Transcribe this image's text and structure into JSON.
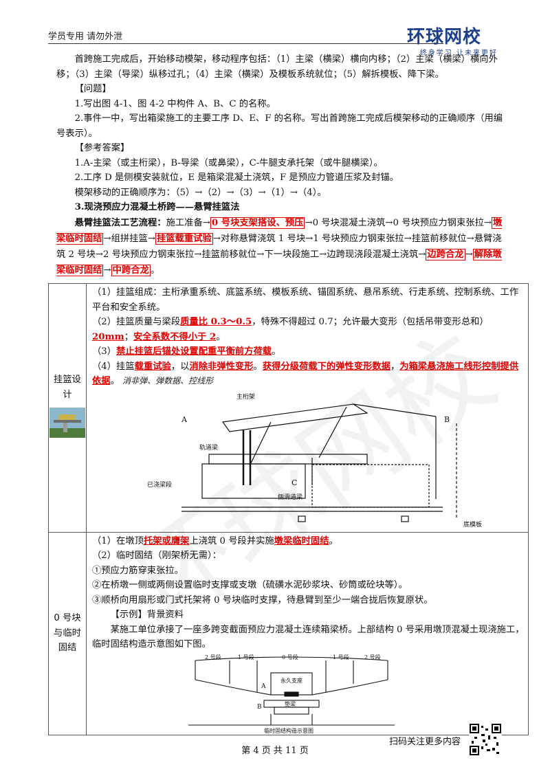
{
  "header": {
    "left": "学员专用  请勿外泄",
    "logo_main": "环球网校",
    "logo_slogan": "终身学习 让未来更好"
  },
  "body": {
    "p1": "首跨施工完成后，开始移动模架，移动程序包括：（1）主梁（横梁）横向内移；（2）主梁（横梁）横向外移；（3）主梁（导梁）纵移过孔；（4）主梁（横梁）及模板系统就位；（5）解拆模板、降下梁。",
    "q_head": "【问题】",
    "q1": "1.写出图 4-1、图 4-2 中构件 A、B、C 的名称。",
    "q2": "2.事件一中，写出箱梁施工的主要工序 D、E、F 的名称。写出首跨施工完成后模架移动的正确顺序（用编号表示）。",
    "a_head": "【参考答案】",
    "a1": "1.A-主梁（或主桁梁），B-导梁（或鼻梁），C-牛腿支承托架（或牛腿横梁）。",
    "a2": "2.工序 D 是侧模安装就位，E 是箱梁混凝土浇筑，F 是预应力管道压浆及封锚。",
    "a3": "模架移动的正确顺序为：（5）→（2）→（3）→（1）→（4）。",
    "sec3": "3.现浇预应力混凝土桥跨——悬臂挂篮法",
    "flow_title": "悬臂挂篮法工艺流程：",
    "f1": "施工准备→",
    "f2": "0 号块支架搭设、预压",
    "f3": "→0 号块混凝土浇筑→0 号块预应力钢束张拉→",
    "f4": "墩梁临时固结",
    "f5": "→组拼挂篮→",
    "f6": "挂篮载重试验",
    "f7": "→对称悬臂浇筑 1 号块→1 号块预应力钢束张拉→挂篮前移就位→悬臂浇筑 2 号块→2 号块预应力钢束张拉→挂篮前移就位→下一块段施工→边跨现浇段混凝土浇筑→",
    "f8": "边跨合龙",
    "f9": "→",
    "f10": "解除墩梁临时固结",
    "f11": "→",
    "f12": "中跨合龙",
    "f13": "。"
  },
  "row1": {
    "label": "挂篮设计",
    "l1": "（1）挂篮组成：主桁承重系统、底篮系统、模板系统、锚固系统、悬吊系统、行走系统、控制系统、工作平台和安全系统。",
    "l2a": "（2）挂篮质量与梁段",
    "l2b": "质量比 0.3～0.5",
    "l2c": "，特殊不得超过 0.7；允许最大变形（包括吊带变形总和）",
    "l2d": "20mm",
    "l2e": "；",
    "l2f": "安全系数不得小于 2",
    "l2g": "。",
    "l3a": "（3）",
    "l3b": "禁止挂篮后锚处设置配重平衡前方荷载",
    "l3c": "。",
    "l4a": "（4）挂篮",
    "l4b": "载重试验",
    "l4c": "，以",
    "l4d": "消除非弹性变形",
    "l4e": "。",
    "l4f": "获得分级荷载下的弹性变形数据",
    "l4g": "，",
    "l4h": "为箱梁悬浇施工线形控制提供依据",
    "l4i": "。",
    "note": "消非弹、弹数据、控线形",
    "fig": {
      "A": "A",
      "B": "B",
      "C": "C",
      "main_truss": "主桁架",
      "rail": "轨道梁",
      "poured": "已浇梁段",
      "side_rail": "侧滑道梁",
      "bottom": "底模板"
    }
  },
  "row2": {
    "label": "0 号块与临时固结",
    "l1a": "（1）在墩顶",
    "l1b": "托架或膺架",
    "l1c": "上浇筑 0 号段并实施",
    "l1d": "墩梁临时固结",
    "l1e": "。",
    "l2": "（2）临时固结（刚架桥无需）：",
    "l3": "①预应力筋穿束张拉。",
    "l4": "②在桥墩一侧或两侧设置临时支撑或支墩（硫磺水泥砂浆块、砂筒或砼块等）。",
    "l5": "③顺桥向用扇形或门式托架将 0 号块临时支撑，待悬臂到至少一端合拢后恢复原状。",
    "ex_head": "【示例】背景资料",
    "ex": "某施工单位承接了一座多跨变截面预应力混凝土连续箱梁桥。上部结构 0 号采用墩顶混凝土现浇施工，临时固结构造示意图如下图。",
    "fig": {
      "seg2l": "2 号段",
      "seg1l": "1 号段",
      "seg0": "0 号段",
      "seg1r": "1 号段",
      "seg2r": "2 号段",
      "A": "A",
      "B": "B",
      "perm": "永久支座",
      "pad": "垫梁",
      "caption": "临时固结构造示意图"
    }
  },
  "footer": {
    "page": "第 4 页 共 11 页",
    "scan": "扫码关注更多内容"
  }
}
